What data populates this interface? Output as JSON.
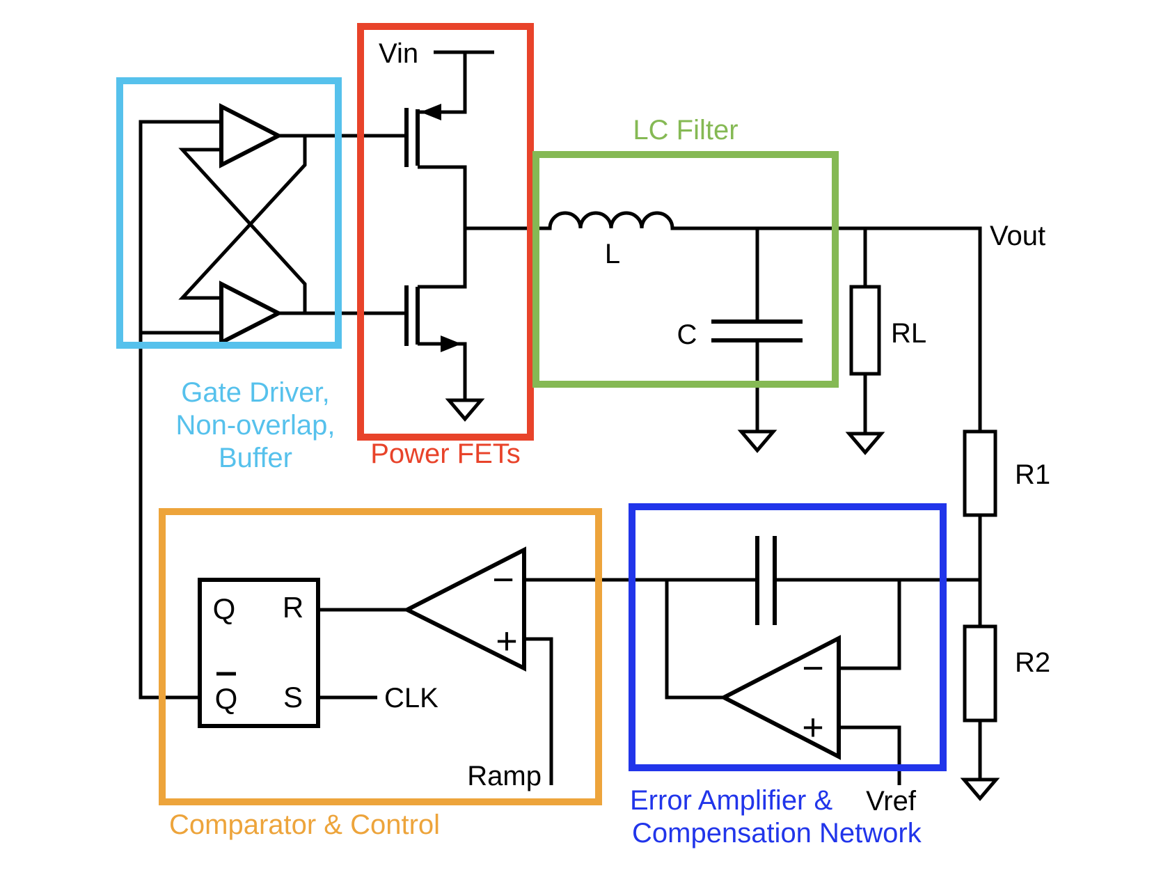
{
  "blocks": {
    "gate_driver": {
      "color": "#56c1ec",
      "label_lines": [
        "Gate Driver,",
        "Non-overlap,",
        "Buffer"
      ]
    },
    "power_fets": {
      "color": "#e8432a",
      "label": "Power FETs"
    },
    "lc_filter": {
      "color": "#85b954",
      "label": "LC Filter"
    },
    "comparator_control": {
      "color": "#eda43b",
      "label": "Comparator & Control"
    },
    "error_amp": {
      "color": "#2135ea",
      "label_lines": [
        "Error Amplifier &",
        "Compensation Network"
      ]
    }
  },
  "labels": {
    "vin": "Vin",
    "vout": "Vout",
    "inductor": "L",
    "capacitor": "C",
    "load_resistor": "RL",
    "r1": "R1",
    "r2": "R2",
    "latch_q": "Q",
    "latch_qbar": "Q",
    "latch_r": "R",
    "latch_s": "S",
    "clk": "CLK",
    "ramp": "Ramp",
    "vref": "Vref",
    "minus_sign": "−",
    "plus_sign": "+"
  },
  "line_color": "#000000"
}
